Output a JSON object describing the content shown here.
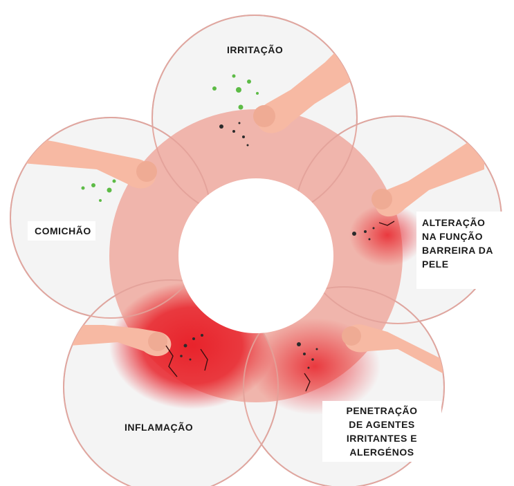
{
  "diagram": {
    "title": "",
    "stages": [
      {
        "id": "irritation",
        "label_lines": [
          "IRRITAÇÃO"
        ]
      },
      {
        "id": "barrier",
        "label_lines": [
          "ALTERAÇÃO",
          "NA FUNÇÃO",
          "BARREIRA DA",
          "PELE"
        ]
      },
      {
        "id": "penetration",
        "label_lines": [
          "PENETRAÇÃO",
          "DE AGENTES",
          "IRRITANTES E",
          "ALERGÉNOS"
        ]
      },
      {
        "id": "inflammation",
        "label_lines": [
          "INFLAMAÇÃO"
        ]
      },
      {
        "id": "itching",
        "label_lines": [
          "COMICHÃO"
        ]
      }
    ],
    "colors": {
      "ring": "#f0b5ac",
      "circle_fill": "#f4f4f4",
      "circle_stroke": "#c9c9c9",
      "skin": "#f7b9a3",
      "redness": "#e8232b",
      "allergen": "#5dbb46",
      "particle": "#2b2b2b"
    },
    "icons": [
      "hand-icon",
      "allergen-particles-icon"
    ]
  }
}
